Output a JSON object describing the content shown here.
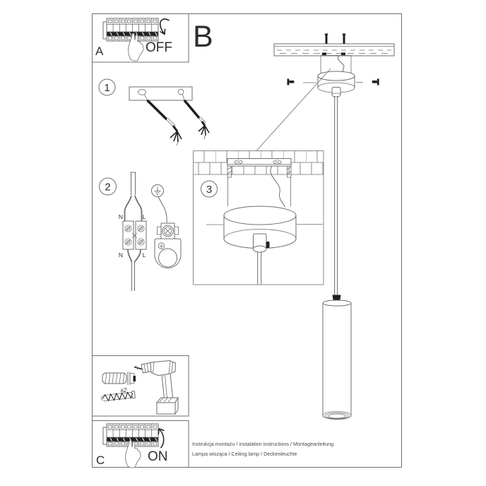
{
  "sections": {
    "a": {
      "label": "A",
      "state": "OFF"
    },
    "b": {
      "label": "B"
    },
    "c": {
      "label": "C",
      "state": "ON"
    },
    "step1": {
      "number": "1"
    },
    "step2": {
      "number": "2",
      "labels": {
        "tn": "N",
        "tl": "L",
        "bn": "N",
        "bl": "L"
      }
    },
    "step3": {
      "number": "3"
    },
    "hardware": {
      "qty": "x2"
    }
  },
  "footer": {
    "line1": "Instrukcja montażu / instalation instructions / Montageanleitung",
    "line2": "Lampa wisząca / Ceiling lamp / Deckenleuchte"
  },
  "colors": {
    "background": "#ffffff",
    "line": "#6e6e6e",
    "dark": "#1f1f1f",
    "text": "#2e2e2e"
  }
}
